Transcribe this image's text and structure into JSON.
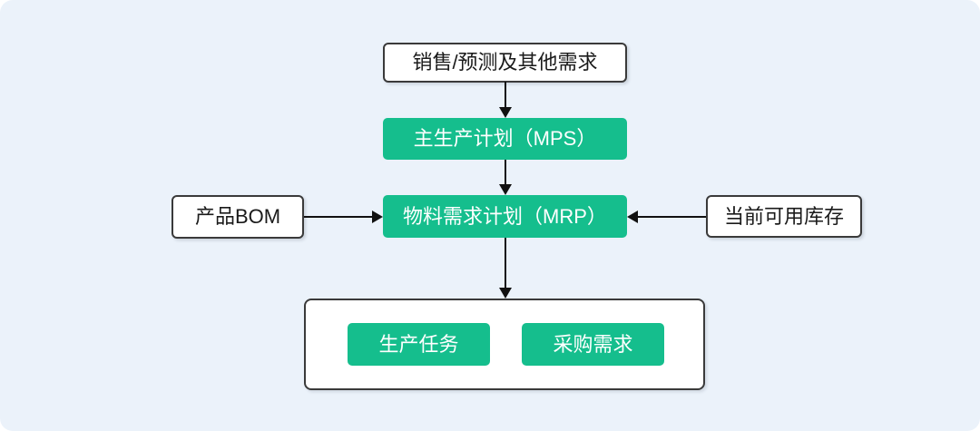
{
  "diagram": {
    "type": "flowchart",
    "nodes": {
      "demand": {
        "label": "销售/预测及其他需求",
        "style": "plain"
      },
      "mps": {
        "label": "主生产计划（MPS）",
        "style": "accent"
      },
      "mrp": {
        "label": "物料需求计划（MRP）",
        "style": "accent"
      },
      "bom": {
        "label": "产品BOM",
        "style": "plain"
      },
      "inventory": {
        "label": "当前可用库存",
        "style": "plain"
      },
      "production": {
        "label": "生产任务",
        "style": "accent"
      },
      "purchase": {
        "label": "采购需求",
        "style": "accent"
      }
    },
    "edges": [
      {
        "from": "demand",
        "to": "mps",
        "direction": "down"
      },
      {
        "from": "mps",
        "to": "mrp",
        "direction": "down"
      },
      {
        "from": "bom",
        "to": "mrp",
        "direction": "right"
      },
      {
        "from": "inventory",
        "to": "mrp",
        "direction": "left"
      },
      {
        "from": "mrp",
        "to": "outputs",
        "direction": "down"
      }
    ],
    "colors": {
      "background": "#EBF2FA",
      "accent_green": "#15BE8D",
      "box_border": "#3A3A3A",
      "arrow": "#111111",
      "text_dark": "#1A1A1A",
      "text_light": "#FFFFFF"
    }
  }
}
